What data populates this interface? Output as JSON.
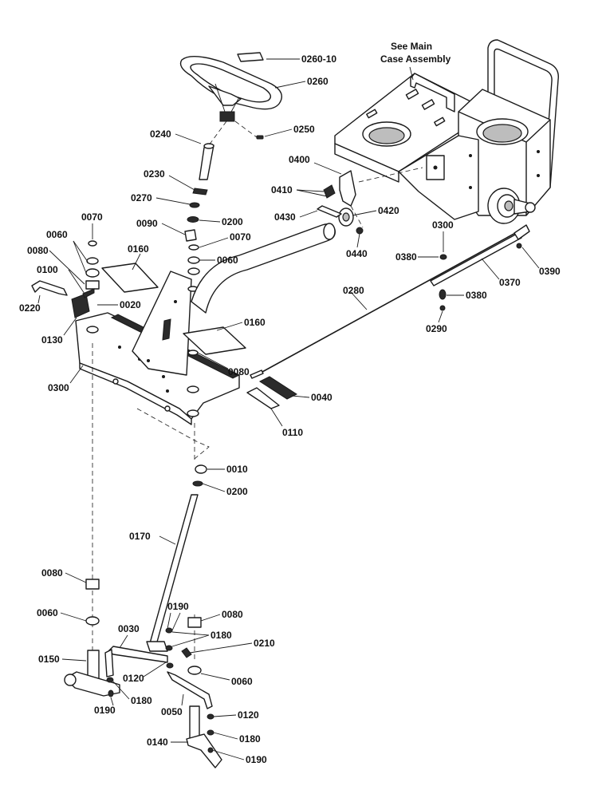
{
  "note": {
    "line1": "See Main",
    "line2": "Case Assembly"
  },
  "labels": [
    {
      "id": "l1",
      "text": "0260-10"
    },
    {
      "id": "l2",
      "text": "0260"
    },
    {
      "id": "l3",
      "text": "0250"
    },
    {
      "id": "l4",
      "text": "0240"
    },
    {
      "id": "l5",
      "text": "0230"
    },
    {
      "id": "l6",
      "text": "0270"
    },
    {
      "id": "l7",
      "text": "0200"
    },
    {
      "id": "l8",
      "text": "0090"
    },
    {
      "id": "l9",
      "text": "0070"
    },
    {
      "id": "l10",
      "text": "0070"
    },
    {
      "id": "l11",
      "text": "0060"
    },
    {
      "id": "l12",
      "text": "0060"
    },
    {
      "id": "l13",
      "text": "0080"
    },
    {
      "id": "l14",
      "text": "0100"
    },
    {
      "id": "l15",
      "text": "0160"
    },
    {
      "id": "l16",
      "text": "0220"
    },
    {
      "id": "l17",
      "text": "0020"
    },
    {
      "id": "l18",
      "text": "0130"
    },
    {
      "id": "l19",
      "text": "0160"
    },
    {
      "id": "l20",
      "text": "0080"
    },
    {
      "id": "l21",
      "text": "0300"
    },
    {
      "id": "l22",
      "text": "0400"
    },
    {
      "id": "l23",
      "text": "0410"
    },
    {
      "id": "l24",
      "text": "0430"
    },
    {
      "id": "l25",
      "text": "0420"
    },
    {
      "id": "l26",
      "text": "0440"
    },
    {
      "id": "l27",
      "text": "0300"
    },
    {
      "id": "l28",
      "text": "0380"
    },
    {
      "id": "l29",
      "text": "0390"
    },
    {
      "id": "l30",
      "text": "0370"
    },
    {
      "id": "l31",
      "text": "0380"
    },
    {
      "id": "l32",
      "text": "0290"
    },
    {
      "id": "l33",
      "text": "0280"
    },
    {
      "id": "l34",
      "text": "0040"
    },
    {
      "id": "l35",
      "text": "0110"
    },
    {
      "id": "l36",
      "text": "0010"
    },
    {
      "id": "l37",
      "text": "0200"
    },
    {
      "id": "l38",
      "text": "0170"
    },
    {
      "id": "l39",
      "text": "0080"
    },
    {
      "id": "l40",
      "text": "0060"
    },
    {
      "id": "l41",
      "text": "0080"
    },
    {
      "id": "l42",
      "text": "0190"
    },
    {
      "id": "l43",
      "text": "0180"
    },
    {
      "id": "l44",
      "text": "0210"
    },
    {
      "id": "l45",
      "text": "0030"
    },
    {
      "id": "l46",
      "text": "0150"
    },
    {
      "id": "l47",
      "text": "0120"
    },
    {
      "id": "l48",
      "text": "0060"
    },
    {
      "id": "l49",
      "text": "0180"
    },
    {
      "id": "l50",
      "text": "0190"
    },
    {
      "id": "l51",
      "text": "0050"
    },
    {
      "id": "l52",
      "text": "0120"
    },
    {
      "id": "l53",
      "text": "0180"
    },
    {
      "id": "l54",
      "text": "0140"
    },
    {
      "id": "l55",
      "text": "0190"
    }
  ]
}
